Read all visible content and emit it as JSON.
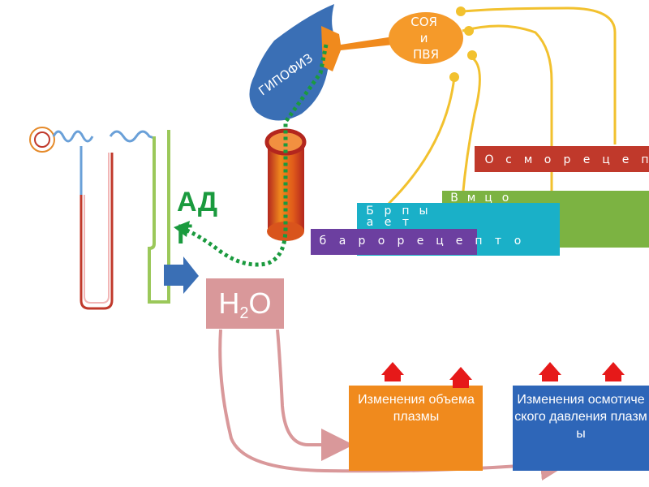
{
  "labels": {
    "pituitary": "ГИПОФИЗ",
    "soya_line1": "СОЯ",
    "soya_line2": "и",
    "soya_line3": "ПВЯ",
    "adh": "АДГ",
    "water_main": "H",
    "water_sub": "2",
    "water_end": "O",
    "plasma_volume": "Изменения объема плазмы",
    "plasma_osmotic": "Изменения осмотического давления плазмы"
  },
  "receptor_strips": [
    {
      "id": "osmoreceptors",
      "text": "Осмо рецеп",
      "color": "#c0392b"
    },
    {
      "id": "volume-receptors",
      "text": "Волюморецепторы",
      "color": "#7cb342"
    },
    {
      "id": "baroreceptors-2",
      "text": "Барорецепторы",
      "color": "#1ab0c8"
    },
    {
      "id": "baroreceptors",
      "text": "барорецепто",
      "color": "#6c3fa0"
    }
  ],
  "colors": {
    "pituitary": "#3a6fb5",
    "stalk": "#f08a1d",
    "soya": "#f59a2a",
    "nerve": "#f2c12e",
    "vessel": "#d9541c",
    "vessel_edge": "#b3261e",
    "green_dots": "#1a9a3e",
    "water_box": "#d9989a",
    "orange_box": "#f08a1d",
    "blue_box": "#2e66b8",
    "arrow_red": "#e61919",
    "adh_green": "#1a9a3e",
    "pink_arrow": "#d9989a",
    "blue_arrow": "#3a6fb5"
  }
}
